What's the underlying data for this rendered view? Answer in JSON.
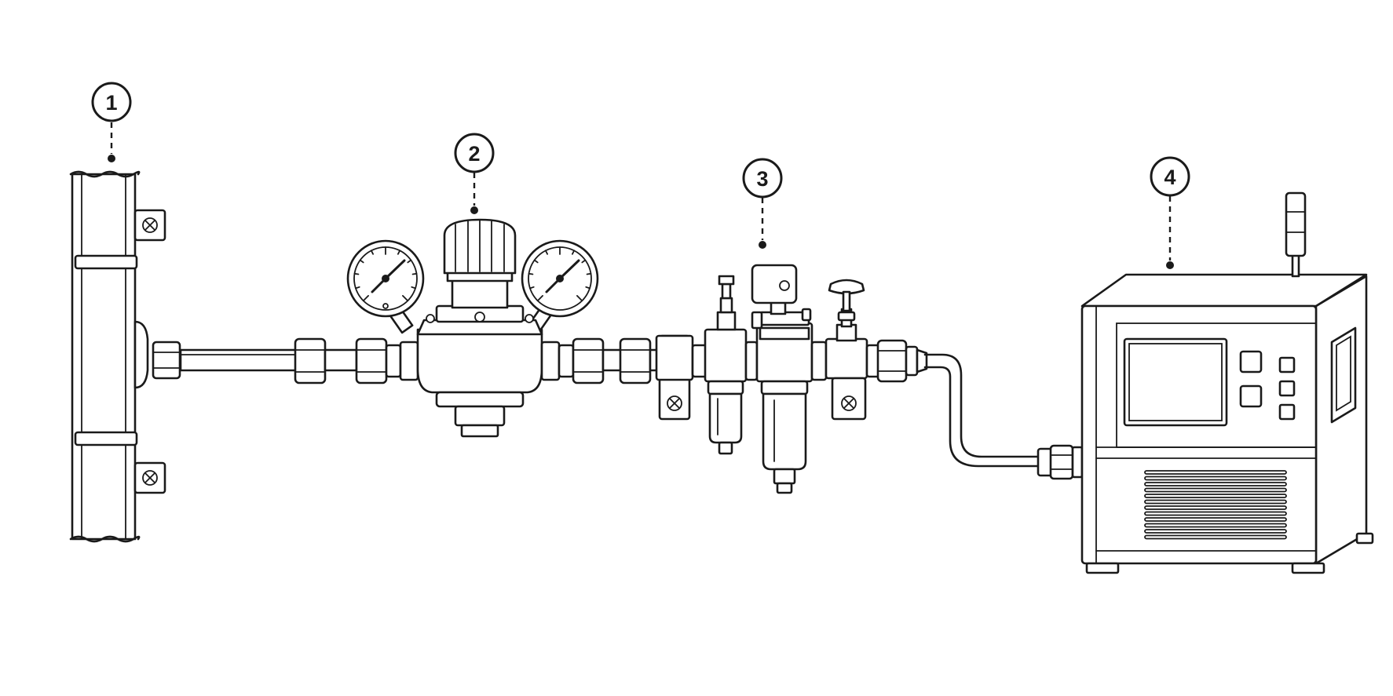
{
  "callouts": [
    {
      "id": "1",
      "label": "1"
    },
    {
      "id": "2",
      "label": "2"
    },
    {
      "id": "3",
      "label": "3"
    },
    {
      "id": "4",
      "label": "4"
    }
  ],
  "components": {
    "main_pipe": "main-supply-pipe",
    "regulator": "pressure-regulator",
    "filter_unit": "filter-regulator-unit",
    "machine": "equipment-cabinet"
  },
  "colors": {
    "line": "#1a1a1a",
    "background": "#ffffff"
  }
}
